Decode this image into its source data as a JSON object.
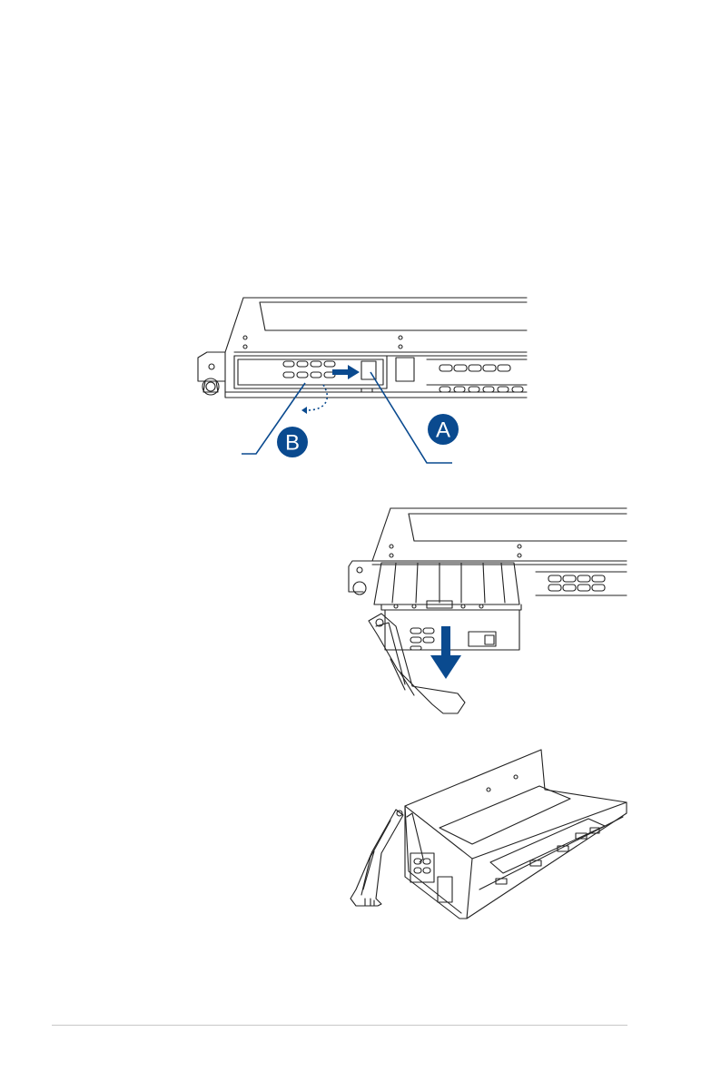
{
  "accent_color": "#0a4a8f",
  "figures": [
    {
      "name": "server-front-release-tray",
      "callouts": [
        {
          "label": "A"
        },
        {
          "label": "B"
        }
      ],
      "arrows": [
        "push-latch-arrow-icon",
        "swing-lever-arrow-icon"
      ]
    },
    {
      "name": "server-pull-out-tray",
      "arrows": [
        "pull-down-arrow-icon"
      ]
    },
    {
      "name": "removed-drive-tray"
    }
  ]
}
